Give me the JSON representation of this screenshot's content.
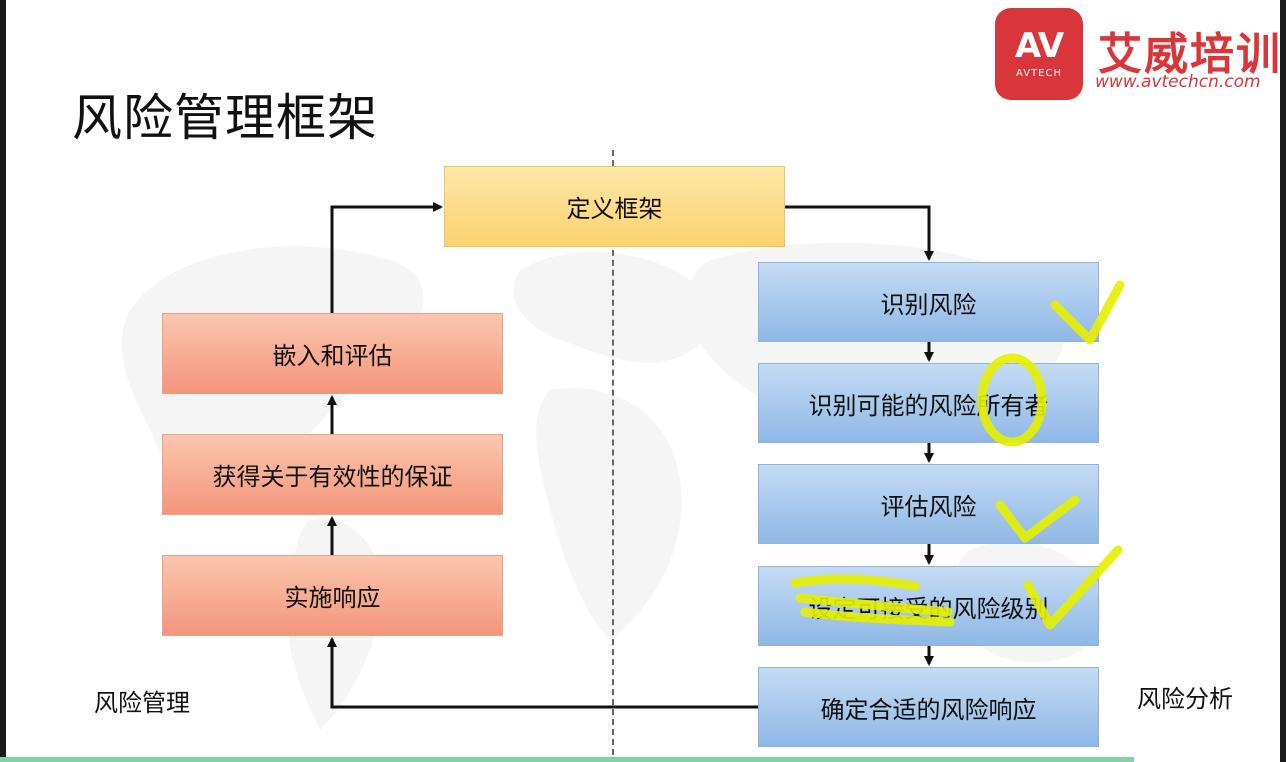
{
  "title": "风险管理框架",
  "brand": {
    "logo_text": "AV",
    "logo_sub": "AVTECH",
    "name": "艾威培训",
    "url": "www.avtechcn.com"
  },
  "diagram": {
    "top_box": "定义框架",
    "left_boxes": [
      "嵌入和评估",
      "获得关于有效性的保证",
      "实施响应"
    ],
    "right_boxes": [
      "识别风险",
      "识别可能的风险所有者",
      "评估风险",
      "设定可接受的风险级别",
      "确定合适的风险响应"
    ],
    "left_label": "风险管理",
    "right_label": "风险分析"
  },
  "colors": {
    "brand_red": "#d8363b",
    "box_yellow": "#fbd36f",
    "box_orange": "#f3957b",
    "box_blue": "#8fb8e6",
    "highlight": "#e5f000"
  }
}
